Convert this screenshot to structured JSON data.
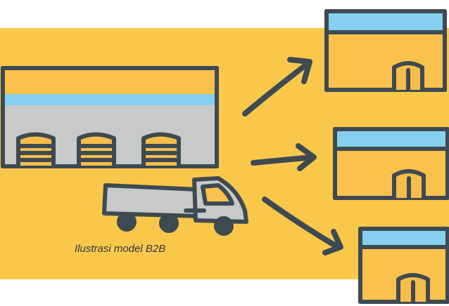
{
  "caption": "Ilustrasi model B2B",
  "colors": {
    "background_panel": "#f9c84b",
    "outline": "#3e4a52",
    "warehouse_wall": "#c8c9c9",
    "roof_stripe": "#86cfee",
    "building_fill": "#fbc14d",
    "door_fill": "#f7bd4b"
  },
  "elements": {
    "warehouse": {
      "icon": "warehouse-icon",
      "loading_doors": 3
    },
    "truck": {
      "icon": "truck-icon"
    },
    "destinations": [
      {
        "icon": "store-icon"
      },
      {
        "icon": "store-icon"
      },
      {
        "icon": "store-icon"
      }
    ],
    "arrows": 3
  }
}
